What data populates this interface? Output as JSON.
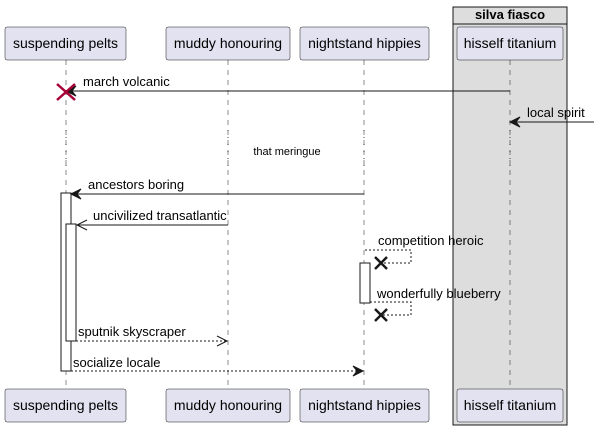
{
  "group": {
    "title": "silva fiasco"
  },
  "participants": [
    {
      "id": "p1",
      "name": "suspending pelts"
    },
    {
      "id": "p2",
      "name": "muddy honouring"
    },
    {
      "id": "p3",
      "name": "nightstand hippies"
    },
    {
      "id": "p4",
      "name": "hisself titanium"
    }
  ],
  "divider": {
    "label": "that meringue"
  },
  "messages": [
    {
      "id": "m1",
      "label": "march volcanic",
      "from": "p4",
      "to": "p1",
      "style": "solid",
      "head": "filled",
      "destroy_target": true
    },
    {
      "id": "m2",
      "label": "local spirit",
      "from": "external-right",
      "to": "p4",
      "style": "solid",
      "head": "filled"
    },
    {
      "id": "m3",
      "label": "ancestors boring",
      "from": "p3",
      "to": "p1",
      "style": "solid",
      "head": "filled"
    },
    {
      "id": "m4",
      "label": "uncivilized transatlantic",
      "from": "p2",
      "to": "p1",
      "style": "solid",
      "head": "open"
    },
    {
      "id": "m5",
      "label": "competition heroic",
      "from": "p3",
      "to": "p3",
      "style": "dashed",
      "head": "destroy"
    },
    {
      "id": "m6",
      "label": "wonderfully blueberry",
      "from": "p3",
      "to": "p3",
      "style": "dashed",
      "head": "destroy"
    },
    {
      "id": "m7",
      "label": "sputnik skyscraper",
      "from": "p1",
      "to": "p2",
      "style": "dashed",
      "head": "open"
    },
    {
      "id": "m8",
      "label": "socialize locale",
      "from": "p1",
      "to": "p3",
      "style": "dashed",
      "head": "filled"
    }
  ],
  "colors": {
    "participant_fill": "#e2e2f0",
    "group_fill": "#dddddd",
    "line": "#181818",
    "destroy_marker": "#a80036"
  }
}
